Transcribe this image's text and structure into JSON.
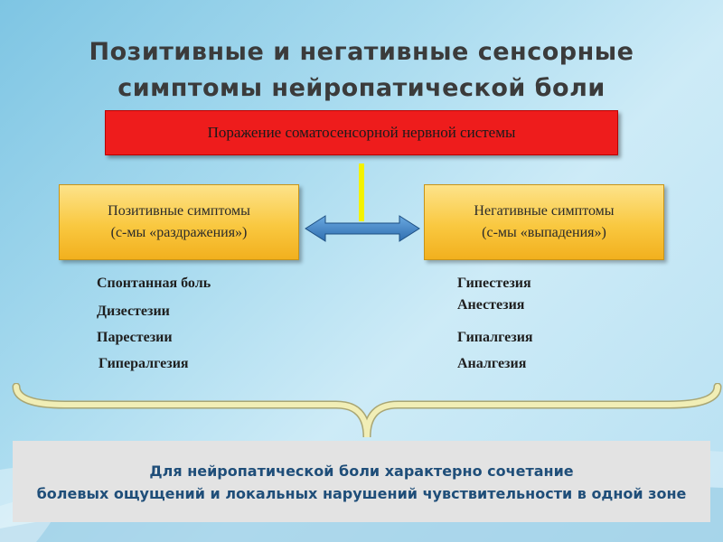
{
  "title": {
    "line1": "Позитивные и негативные сенсорные",
    "line2": "симптомы нейропатической боли"
  },
  "root": "Поражение соматосенсорной нервной системы",
  "positive": {
    "line1": "Позитивные симптомы",
    "line2": "(с-мы «раздражения»)",
    "items": [
      "Спонтанная боль",
      "Дизестезии",
      "Парестезии",
      "Гипералгезия"
    ]
  },
  "negative": {
    "line1": "Негативные симптомы",
    "line2": "(с-мы «выпадения»)",
    "items": [
      "Гипестезия",
      "Анестезия",
      "Гипалгезия",
      "Аналгезия"
    ]
  },
  "note": {
    "line1": "Для нейропатической боли характерно сочетание",
    "line2": "болевых ощущений и локальных нарушений чувствительности в одной зоне"
  },
  "colors": {
    "root_box": "#ee1c1c",
    "symptom_box": "#f9c840",
    "connector": "#f3f200",
    "arrow": "#2f6fb0",
    "brace": "#f1eeb6",
    "note_text": "#1f4e79"
  }
}
